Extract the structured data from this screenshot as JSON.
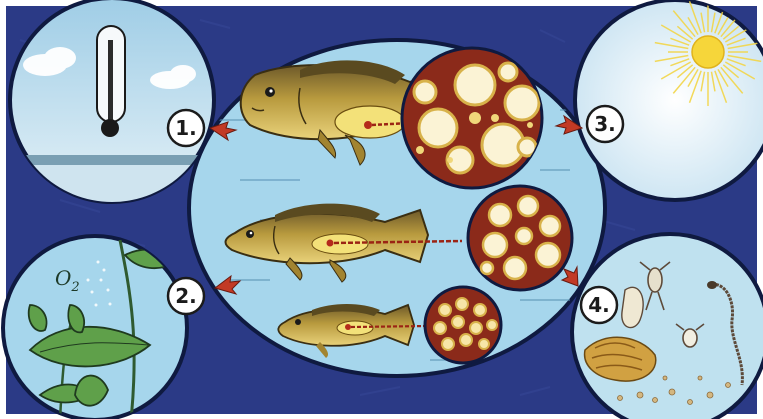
{
  "diagram": {
    "badges": [
      "1.",
      "2.",
      "3.",
      "4."
    ],
    "o2_label": "O",
    "o2_subscript": "2"
  },
  "colors": {
    "frame": "#2b3a86",
    "water": "#9fd3ea",
    "sky": "#c9e4f2",
    "sun": "#f6d63a",
    "arrow": "#c23a25",
    "egg_bg": "#8b2a1a"
  }
}
